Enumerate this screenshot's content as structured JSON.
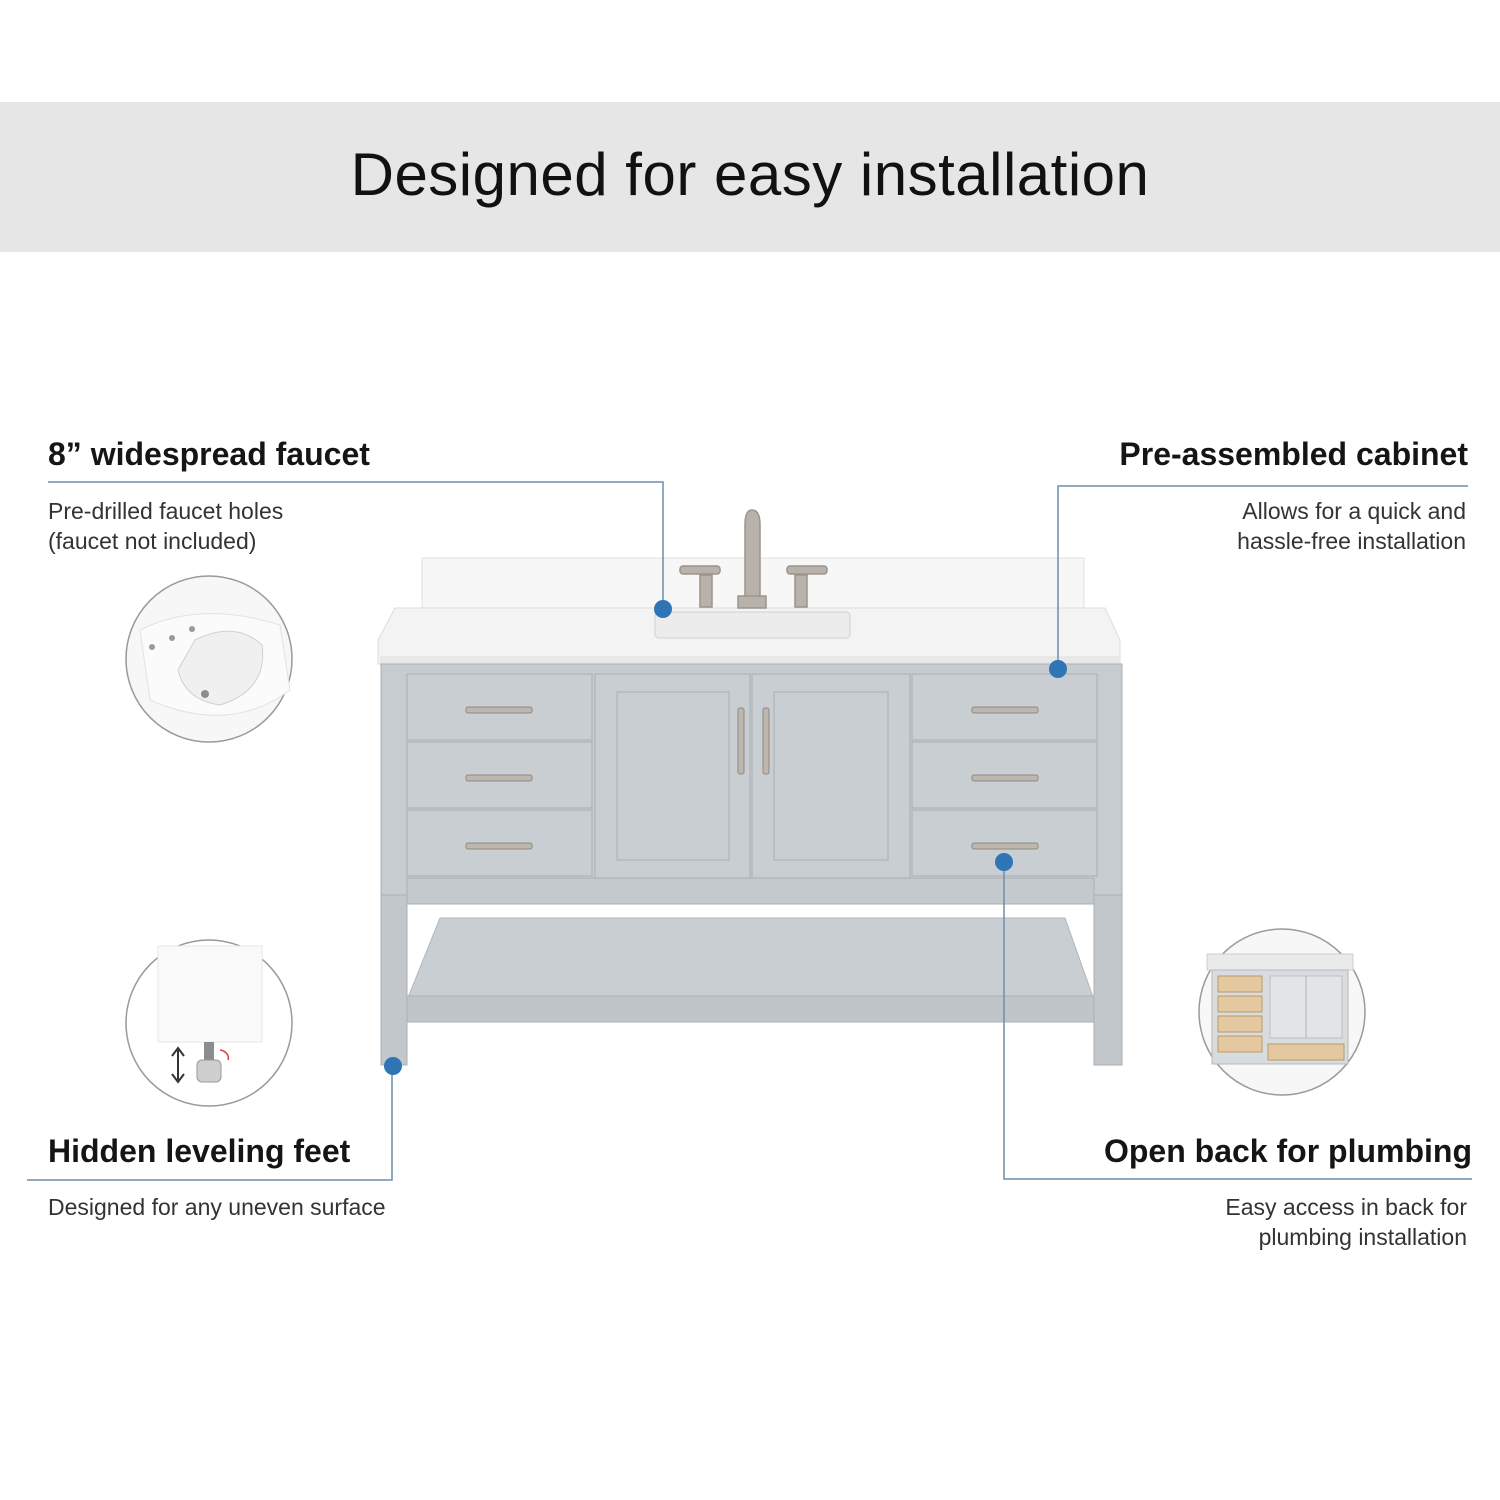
{
  "header": {
    "title": "Designed for easy installation"
  },
  "features": {
    "faucet": {
      "title": "8” widespread faucet",
      "desc": "Pre-drilled faucet holes\n(faucet not included)",
      "icon": "sink-closeup-icon"
    },
    "cabinet": {
      "title": "Pre-assembled cabinet",
      "desc": "Allows for  a quick and\nhassle-free installation"
    },
    "feet": {
      "title": "Hidden leveling feet",
      "desc": "Designed for any uneven surface",
      "icon": "leveling-foot-icon"
    },
    "plumbing": {
      "title": "Open back for plumbing",
      "desc": "Easy access in back for\nplumbing installation",
      "icon": "open-back-cabinet-icon"
    }
  },
  "colors": {
    "accent": "#2f74b5",
    "leader_line": "#6a8fb0",
    "banner": "#e6e6e6",
    "cabinet": "#c4c9cd",
    "countertop": "#f4f4f4",
    "hardware": "#b8b2aa"
  }
}
